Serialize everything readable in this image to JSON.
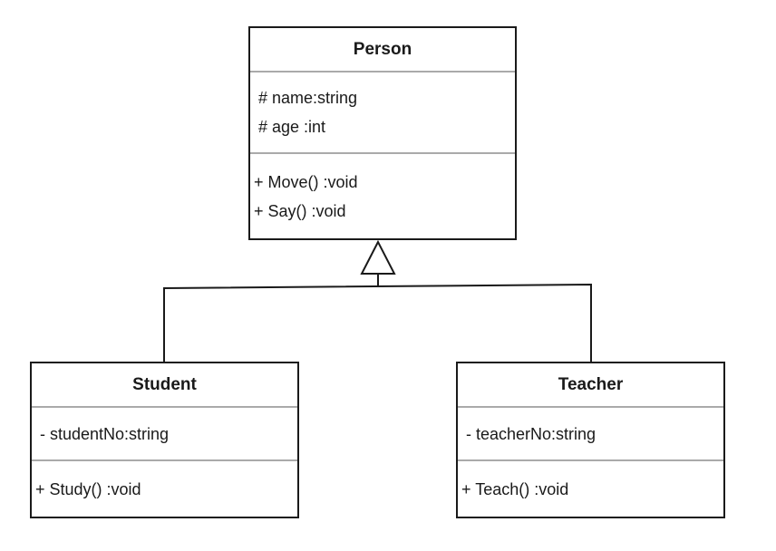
{
  "diagram": {
    "type": "uml-class-diagram",
    "classes": [
      {
        "name": "Person",
        "attributes": [
          "# name:string",
          "# age :int"
        ],
        "methods": [
          "+ Move() :void",
          "+ Say() :void"
        ]
      },
      {
        "name": "Student",
        "attributes": [
          "- studentNo:string"
        ],
        "methods": [
          "+ Study() :void"
        ]
      },
      {
        "name": "Teacher",
        "attributes": [
          "- teacherNo:string"
        ],
        "methods": [
          "+ Teach() :void"
        ]
      }
    ],
    "relationships": [
      {
        "type": "inheritance",
        "from": "Student",
        "to": "Person"
      },
      {
        "type": "inheritance",
        "from": "Teacher",
        "to": "Person"
      }
    ],
    "colors": {
      "box_border": "#1a1a1a",
      "section_divider": "#aaaaaa",
      "connector": "#1a1a1a",
      "background": "#ffffff",
      "text": "#1a1a1a"
    }
  }
}
